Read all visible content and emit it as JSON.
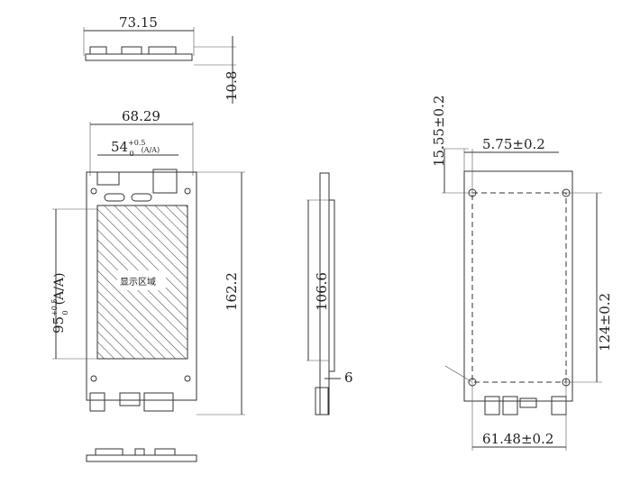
{
  "dimensions": {
    "top_width": "73.15",
    "top_height": "10.8",
    "front_width": "68.29",
    "display_width_base": "54",
    "display_width_tol": "+0.5",
    "display_width_tol_low": "0",
    "display_width_note": "(A/A)",
    "display_height_base": "95",
    "display_height_tol": "+0.5",
    "display_height_tol_low": "0",
    "display_height_note": "(A/A)",
    "total_height": "162.2",
    "side_height": "106.6",
    "side_thickness": "6",
    "hole_offset_v": "15.55±0.2",
    "hole_offset_h": "5.75±0.2",
    "hole_pitch_v": "124±0.2",
    "hole_pitch_h": "61.48±0.2"
  },
  "display_area_label": "显示区域"
}
